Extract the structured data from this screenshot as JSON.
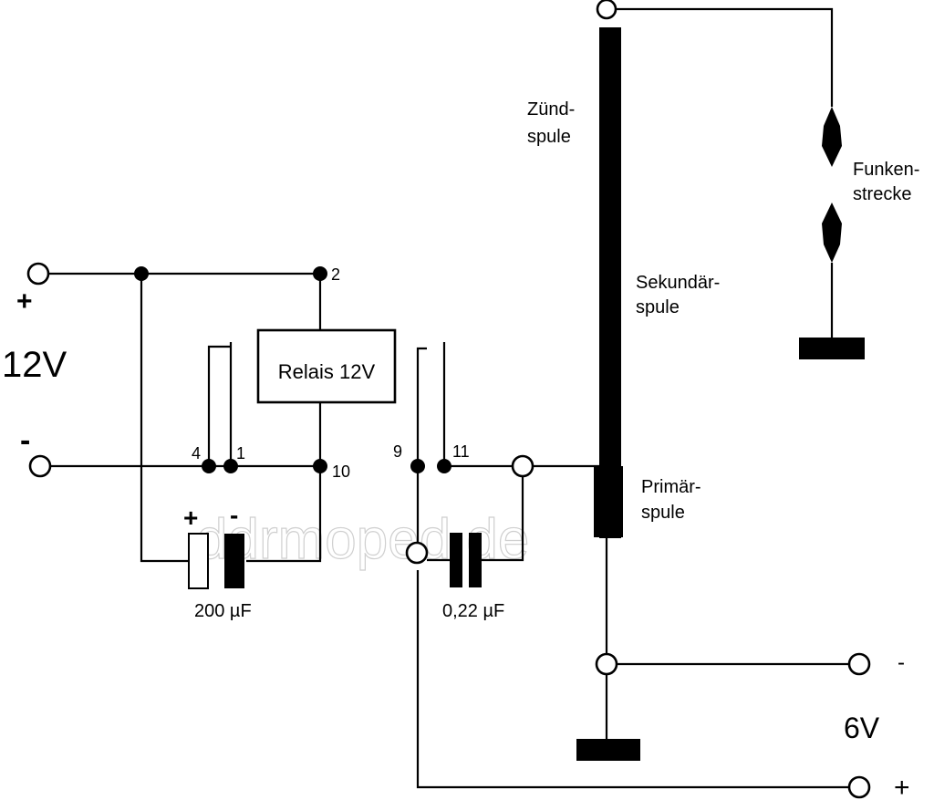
{
  "watermark": "ddrmoped.de",
  "supply_12v": {
    "voltage": "12V",
    "plus": "+",
    "minus": "-"
  },
  "supply_6v": {
    "voltage": "6V",
    "plus": "+",
    "minus": "-"
  },
  "relay": {
    "label": "Relais 12V"
  },
  "pins": {
    "p2": "2",
    "p4": "4",
    "p1": "1",
    "p10": "10",
    "p9": "9",
    "p11": "11"
  },
  "capacitor_200": {
    "value": "200 µF",
    "plus": "+",
    "minus": "-"
  },
  "capacitor_022": {
    "value": "0,22 µF"
  },
  "coil": {
    "ignition_line1": "Zünd-",
    "ignition_line2": "spule",
    "secondary_line1": "Sekundär-",
    "secondary_line2": "spule",
    "primary_line1": "Primär-",
    "primary_line2": "spule"
  },
  "spark_gap": {
    "line1": "Funken-",
    "line2": "strecke"
  }
}
